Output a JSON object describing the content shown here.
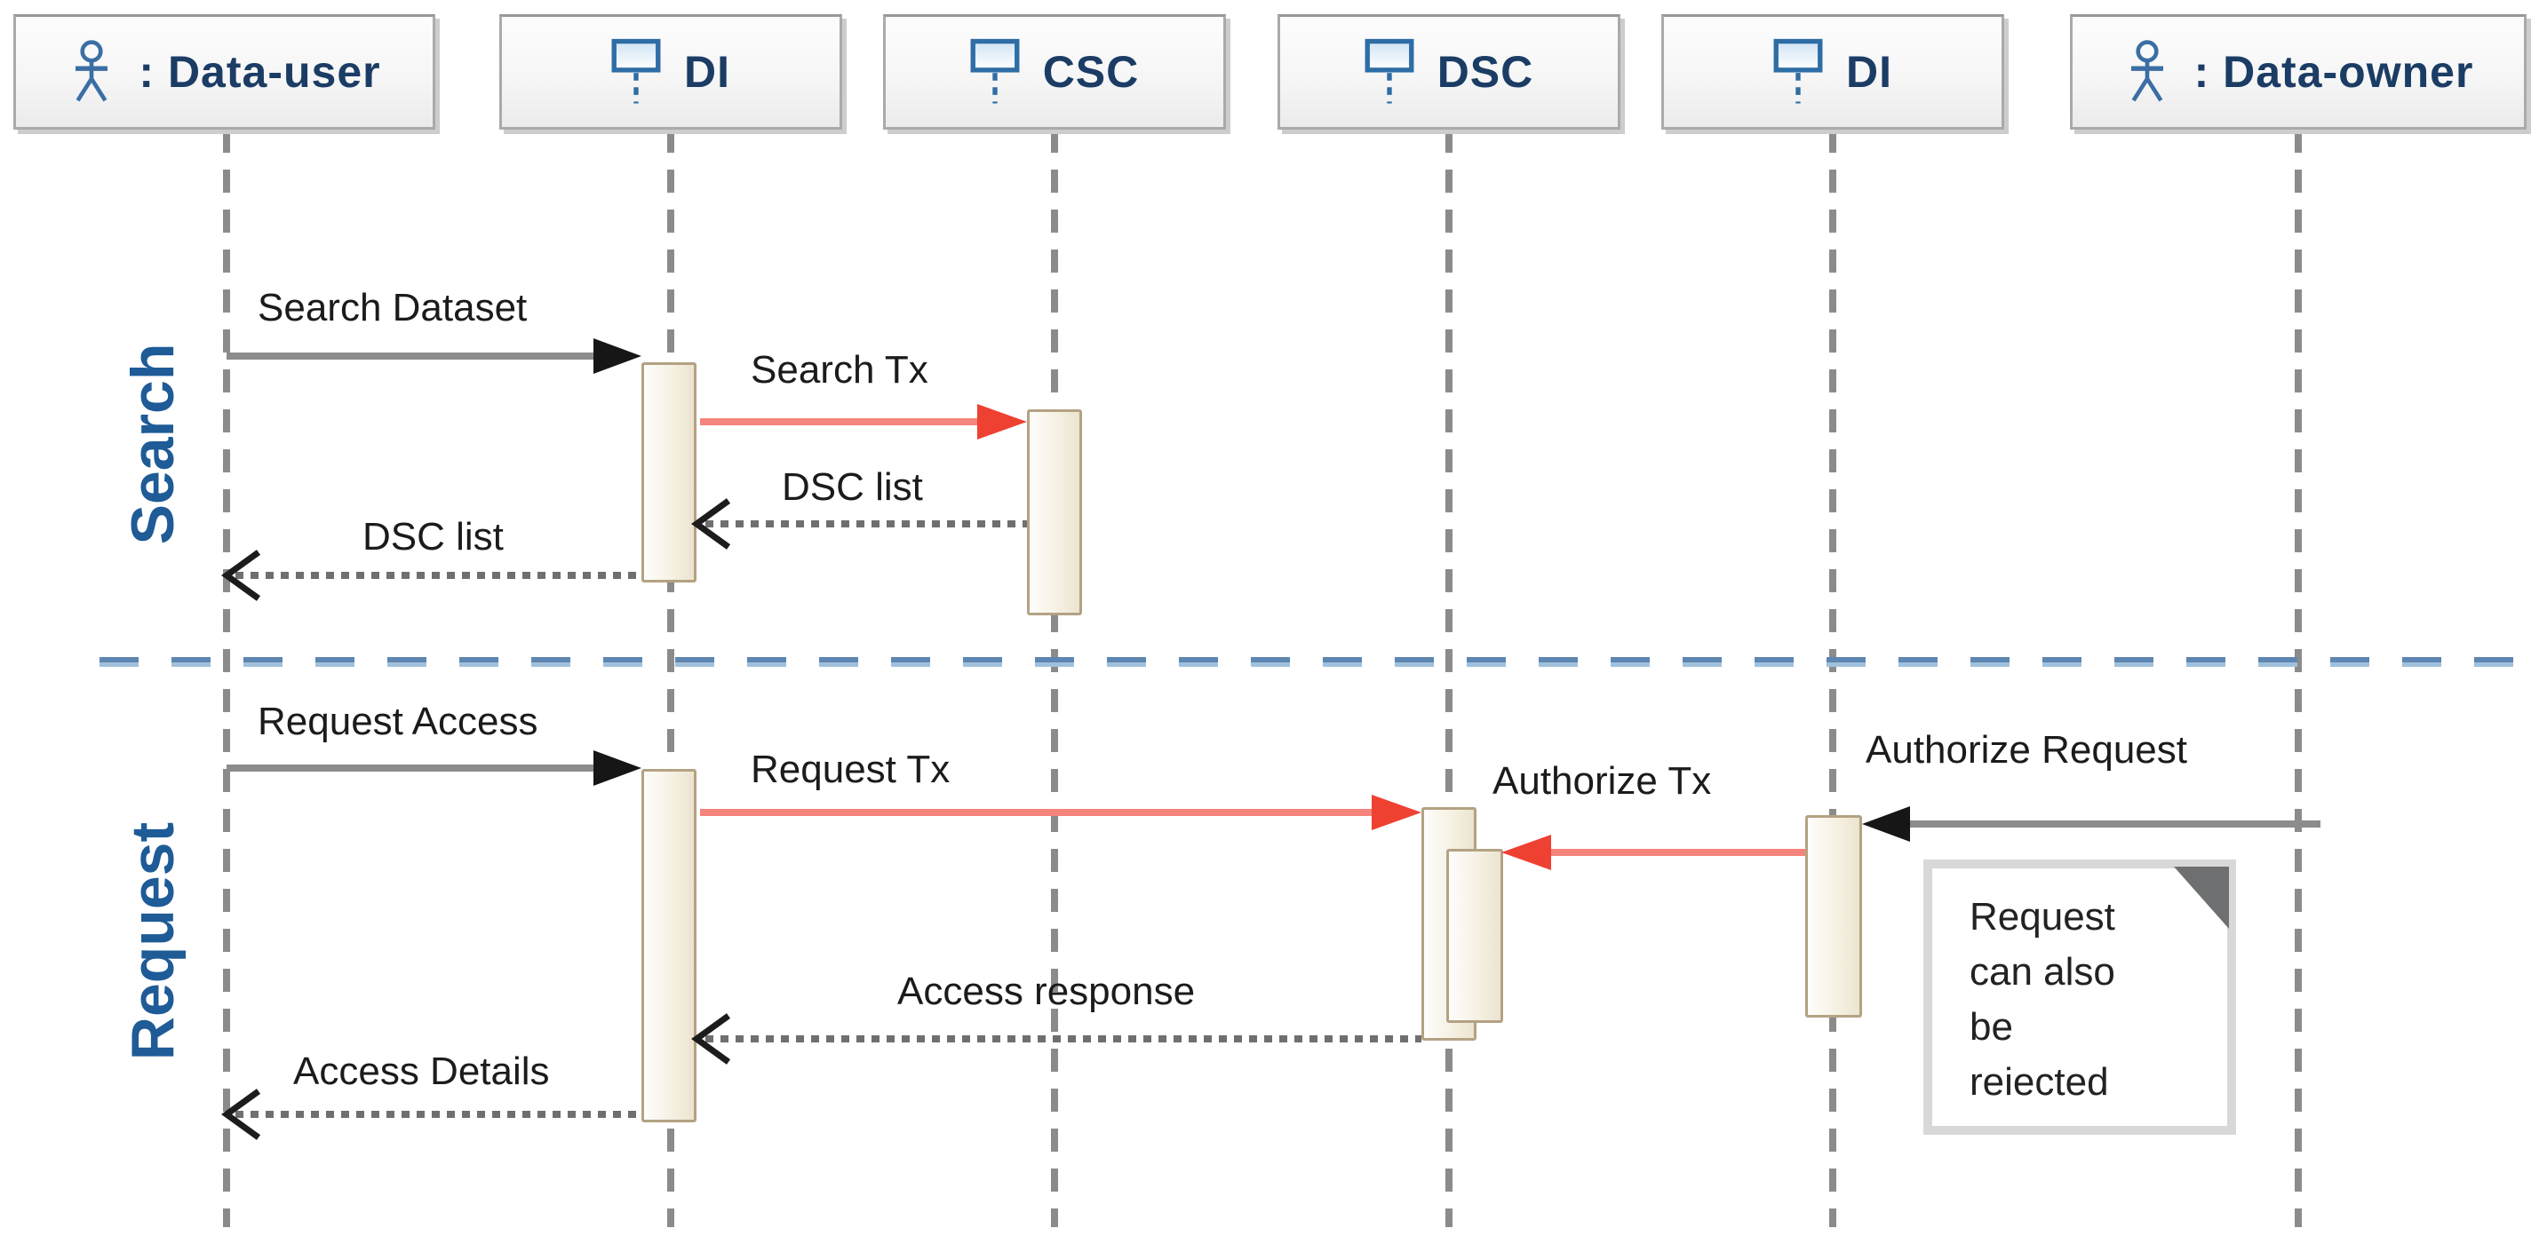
{
  "diagram": {
    "type": "uml-sequence-diagram",
    "lifelines": [
      {
        "id": "data-user",
        "label": ": Data-user",
        "icon": "actor-icon"
      },
      {
        "id": "di-1",
        "label": "DI",
        "icon": "lifeline-icon"
      },
      {
        "id": "csc",
        "label": "CSC",
        "icon": "lifeline-icon"
      },
      {
        "id": "dsc",
        "label": "DSC",
        "icon": "lifeline-icon"
      },
      {
        "id": "di-2",
        "label": "DI",
        "icon": "lifeline-icon"
      },
      {
        "id": "data-owner",
        "label": ": Data-owner",
        "icon": "actor-icon"
      }
    ],
    "sections": [
      {
        "label": "Search"
      },
      {
        "label": "Request"
      }
    ],
    "messages": [
      {
        "label": "Search Dataset",
        "from": "data-user",
        "to": "di-1",
        "kind": "sync"
      },
      {
        "label": "Search Tx",
        "from": "di-1",
        "to": "csc",
        "kind": "async"
      },
      {
        "label": "DSC list",
        "from": "csc",
        "to": "di-1",
        "kind": "return"
      },
      {
        "label": "DSC list",
        "from": "di-1",
        "to": "data-user",
        "kind": "return"
      },
      {
        "label": "Request Access",
        "from": "data-user",
        "to": "di-1",
        "kind": "sync"
      },
      {
        "label": "Request Tx",
        "from": "di-1",
        "to": "dsc",
        "kind": "async"
      },
      {
        "label": "Authorize Request",
        "from": "data-owner",
        "to": "di-2",
        "kind": "sync"
      },
      {
        "label": "Authorize Tx",
        "from": "di-2",
        "to": "dsc",
        "kind": "async"
      },
      {
        "label": "Access response",
        "from": "dsc",
        "to": "di-1",
        "kind": "return"
      },
      {
        "label": "Access Details",
        "from": "di-1",
        "to": "data-user",
        "kind": "return"
      }
    ],
    "note": {
      "lines": [
        "Request",
        "can also",
        "be",
        "reiected"
      ]
    },
    "colors": {
      "async_message_line": "#f5847c",
      "async_message_head": "#ee4132",
      "sync_message_line": "#8c8c8c",
      "sync_message_head": "#161616",
      "return_message_line": "#6f6f6f",
      "divider_blue": "#5d86b2",
      "section_label_blue": "#1e5b97",
      "head_box_text": "#1b3c64",
      "activation_border": "#b3a283",
      "activation_fill": "#f2ecdd",
      "lifeline_gray": "#8b8b8b",
      "icon_blue": "#2e6da5"
    }
  }
}
